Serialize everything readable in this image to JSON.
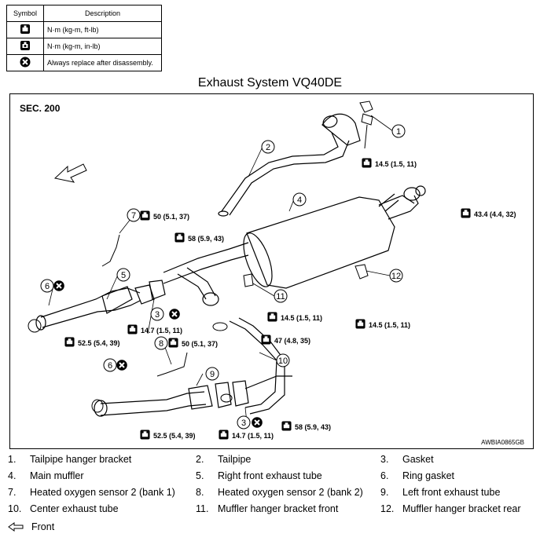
{
  "legend": {
    "header_symbol": "Symbol",
    "header_description": "Description",
    "rows": [
      {
        "icon": "torque-wrench-icon",
        "description": "N·m (kg-m, ft-lb)"
      },
      {
        "icon": "torque-wrench-small-icon",
        "description": "N·m (kg-m, in-lb)"
      },
      {
        "icon": "replace-icon",
        "description": "Always replace after disassembly."
      }
    ]
  },
  "title": "Exhaust System VQ40DE",
  "diagram": {
    "section": "SEC. 200",
    "code": "AWBIA0865GB",
    "callouts": [
      "1",
      "2",
      "3",
      "4",
      "5",
      "6",
      "7",
      "8",
      "9",
      "10",
      "11",
      "12",
      "3",
      "6"
    ],
    "torques": [
      "14.5 (1.5, 11)",
      "43.4 (4.4, 32)",
      "50 (5.1, 37)",
      "58 (5.9, 43)",
      "14.5 (1.5, 11)",
      "14.5 (1.5, 11)",
      "14.7 (1.5, 11)",
      "47 (4.8, 35)",
      "52.5 (5.4, 39)",
      "50 (5.1, 37)",
      "52.5 (5.4, 39)",
      "14.7 (1.5, 11)",
      "58 (5.9, 43)"
    ]
  },
  "parts": [
    {
      "num": "1.",
      "name": "Tailpipe hanger bracket"
    },
    {
      "num": "2.",
      "name": "Tailpipe"
    },
    {
      "num": "3.",
      "name": "Gasket"
    },
    {
      "num": "4.",
      "name": "Main muffler"
    },
    {
      "num": "5.",
      "name": "Right front exhaust tube"
    },
    {
      "num": "6.",
      "name": "Ring gasket"
    },
    {
      "num": "7.",
      "name": "Heated oxygen sensor 2 (bank 1)"
    },
    {
      "num": "8.",
      "name": "Heated oxygen sensor 2 (bank 2)"
    },
    {
      "num": "9.",
      "name": "Left front exhaust tube"
    },
    {
      "num": "10.",
      "name": "Center exhaust tube"
    },
    {
      "num": "11.",
      "name": "Muffler hanger bracket front"
    },
    {
      "num": "12.",
      "name": "Muffler hanger bracket rear"
    }
  ],
  "front_label": "Front"
}
